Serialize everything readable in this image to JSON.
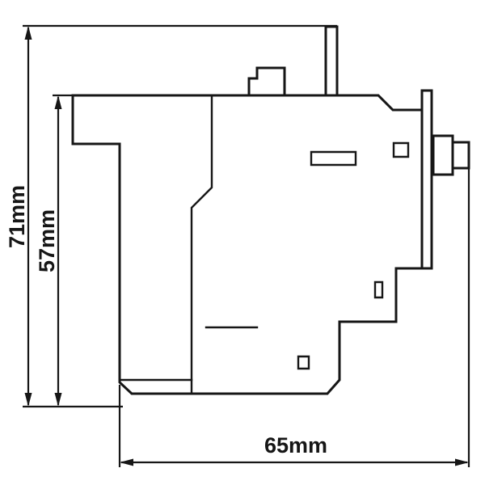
{
  "drawing": {
    "background": "#ffffff",
    "line_color": "#161616",
    "labels": {
      "height_overall": "71mm",
      "height_body": "57mm",
      "width": "65mm"
    }
  }
}
